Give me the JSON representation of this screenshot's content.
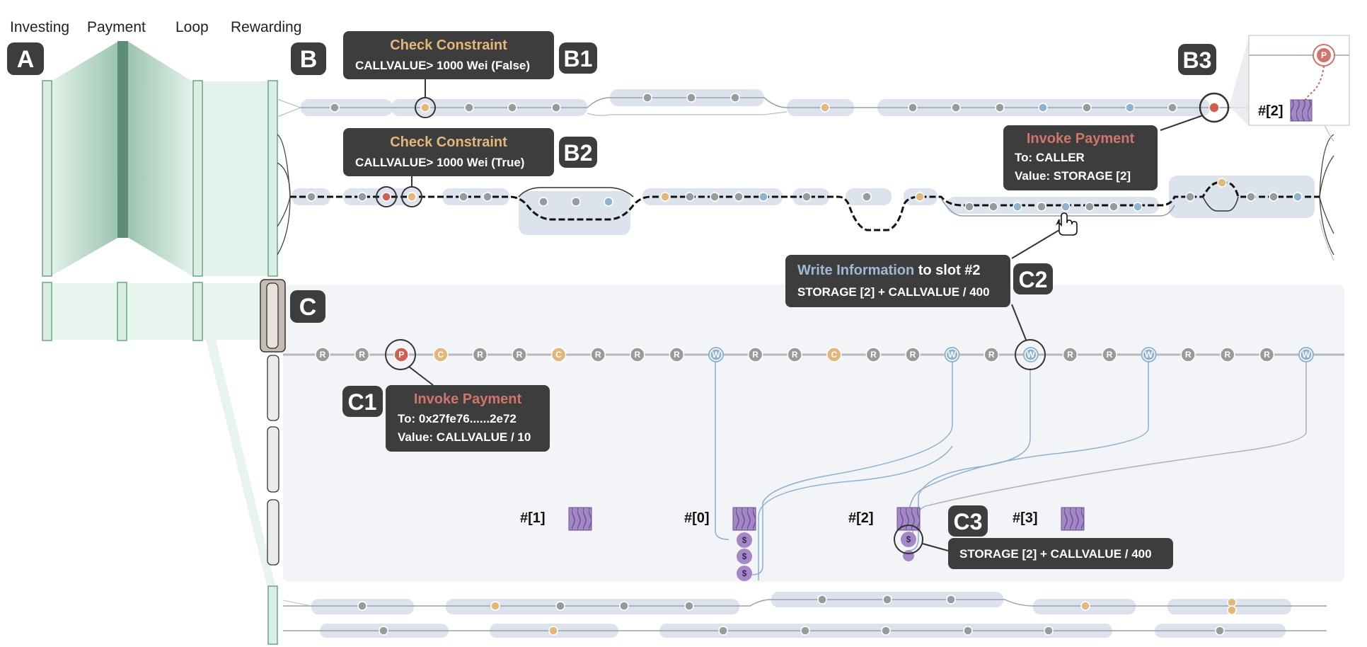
{
  "headers": {
    "investing": "Investing",
    "payment": "Payment",
    "loop": "Loop",
    "rewarding": "Rewarding"
  },
  "badges": {
    "a": "A",
    "b": "B",
    "b1": "B1",
    "b2": "B2",
    "b3": "B3",
    "c": "C",
    "c1": "C1",
    "c2": "C2",
    "c3": "C3"
  },
  "tooltips": {
    "b1": {
      "title": "Check Constraint",
      "line1": "CALLVALUE> 1000 Wei  (False)"
    },
    "b2": {
      "title": "Check Constraint",
      "line1": "CALLVALUE> 1000 Wei  (True)"
    },
    "b3": {
      "title": "Invoke Payment",
      "line1": "To: CALLER",
      "line2": "Value: STORAGE [2]"
    },
    "c1": {
      "title": "Invoke Payment",
      "line1": "To: 0x27fe76......2e72",
      "line2": "Value: CALLVALUE / 10"
    },
    "c2": {
      "title_colored": "Write Information",
      "title_rest": " to slot #2",
      "line1": "STORAGE [2] + CALLVALUE / 400"
    },
    "c3": {
      "line1": "STORAGE [2] + CALLVALUE / 400"
    }
  },
  "inset": {
    "slot": "#[2]",
    "node": "P"
  },
  "timeline_c": {
    "nodes": [
      "R",
      "R",
      "P",
      "C",
      "R",
      "R",
      "C",
      "R",
      "R",
      "R",
      "W",
      "R",
      "R",
      "C",
      "R",
      "R",
      "W",
      "R",
      "W",
      "R",
      "R",
      "W",
      "R",
      "R",
      "R",
      "W"
    ]
  },
  "slots": [
    {
      "label": "#[1]"
    },
    {
      "label": "#[0]"
    },
    {
      "label": "#[2]"
    },
    {
      "label": "#[3]"
    }
  ],
  "coin_symbol": "$",
  "colors": {
    "gray_node": "#9a9a9a",
    "tan_node": "#e3b77a",
    "blue_node": "#8fb3cf",
    "red_node": "#cf5f55",
    "tooltip_bg": "#3d3d3d",
    "track_bg": "#dde3ec",
    "panel_bg": "#f3f4f7",
    "sankey": "#cfe7dc",
    "sankey_dark": "#5f8c78",
    "slot_purple": "#a487c7",
    "tip_tan": "#e3b77a",
    "tip_red": "#d0756a",
    "tip_blue": "#9dbad4"
  }
}
